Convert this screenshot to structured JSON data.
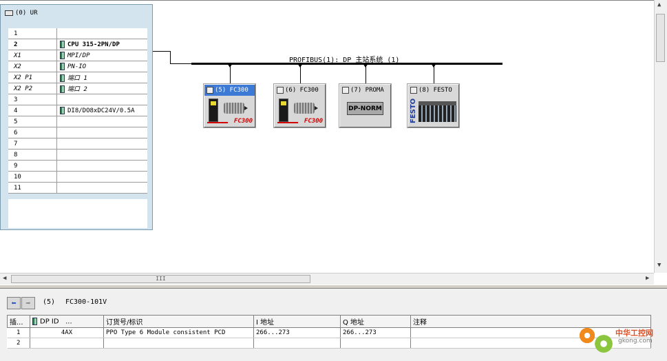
{
  "rack": {
    "title": "(0) UR",
    "rows": [
      {
        "slot": "1",
        "module": ""
      },
      {
        "slot": "2",
        "module": "CPU 315-2PN/DP"
      },
      {
        "slot": "X1",
        "module": "MPI/DP"
      },
      {
        "slot": "X2",
        "module": "PN-IO"
      },
      {
        "slot": "X2 P1",
        "module": "端口 1"
      },
      {
        "slot": "X2 P2",
        "module": "端口 2"
      },
      {
        "slot": "3",
        "module": ""
      },
      {
        "slot": "4",
        "module": "DI8/DO8xDC24V/0.5A"
      },
      {
        "slot": "5",
        "module": ""
      },
      {
        "slot": "6",
        "module": ""
      },
      {
        "slot": "7",
        "module": ""
      },
      {
        "slot": "8",
        "module": ""
      },
      {
        "slot": "9",
        "module": ""
      },
      {
        "slot": "10",
        "module": ""
      },
      {
        "slot": "11",
        "module": ""
      }
    ]
  },
  "bus": {
    "label": "PROFIBUS(1): DP 主站系统 (1)"
  },
  "devices": [
    {
      "label": "(5) FC300",
      "brand": "FC300",
      "selected": true
    },
    {
      "label": "(6) FC300",
      "brand": "FC300",
      "selected": false
    },
    {
      "label": "(7) PROMA",
      "inner": "DP-NORM",
      "selected": false
    },
    {
      "label": "(8) FESTO",
      "brand": "FESTO",
      "selected": false
    }
  ],
  "hscroll": {
    "grip": "III"
  },
  "detail": {
    "id": "(5)",
    "name": "FC300-101V",
    "columns": [
      "插...",
      "DP ID",
      "...",
      "订货号/标识",
      "I 地址",
      "Q 地址",
      "注释"
    ],
    "rows": [
      {
        "slot": "1",
        "dpid": "4AX",
        "order": "PPO Type 6 Module consistent PCD",
        "i": "266...273",
        "q": "266...273",
        "comment": ""
      },
      {
        "slot": "2",
        "dpid": "",
        "order": "",
        "i": "",
        "q": "",
        "comment": ""
      }
    ]
  },
  "watermark": {
    "text": "中华工控网",
    "sub": "gkong.com"
  },
  "icons": [
    "rack-icon",
    "module-icon",
    "device-icon",
    "back-arrow-icon",
    "forward-arrow-icon",
    "scroll-up-icon",
    "scroll-left-icon",
    "scroll-right-icon"
  ]
}
